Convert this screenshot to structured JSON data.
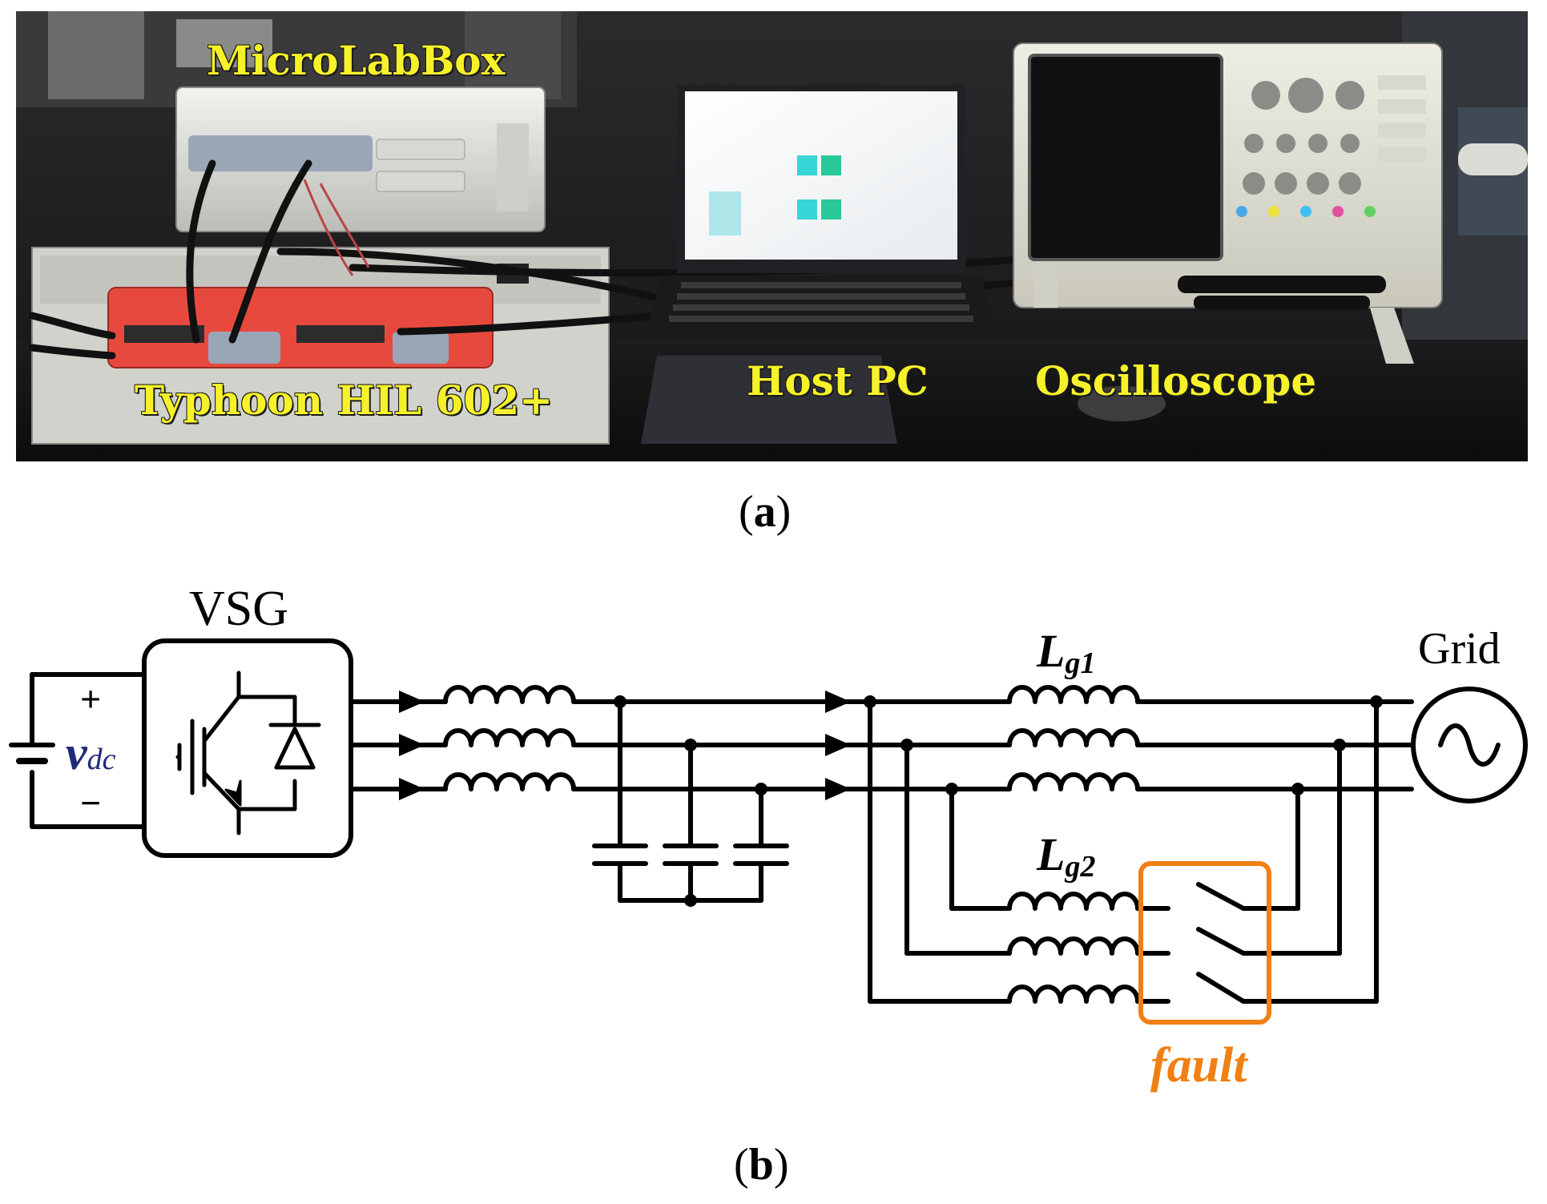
{
  "figure": {
    "panel_a": {
      "caption_letter": "a",
      "labels": {
        "microlabbox": "MicroLabBox",
        "typhoon": "Typhoon HIL 602+",
        "host_pc": "Host PC",
        "oscilloscope": "Oscilloscope"
      }
    },
    "panel_b": {
      "caption_letter": "b",
      "labels": {
        "vsg": "VSG",
        "plus": "+",
        "minus": "−",
        "vdc_main": "v",
        "vdc_sub": "dc",
        "lg1_main": "L",
        "lg1_sub": "g1",
        "lg2_main": "L",
        "lg2_sub": "g2",
        "grid": "Grid",
        "fault": "fault"
      },
      "colors": {
        "fault": "#f07f14",
        "vdc": "#1f2a7a",
        "line": "#000000"
      }
    }
  }
}
